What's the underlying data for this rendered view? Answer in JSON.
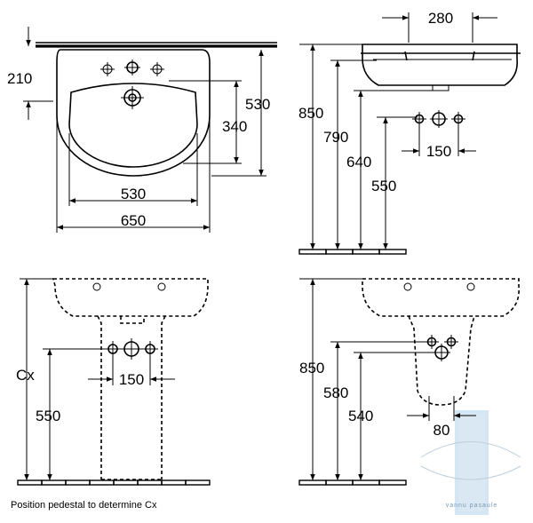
{
  "views": {
    "top": {
      "dim_depth": "210",
      "dim_bowl_depth": "340",
      "dim_total_depth": "530",
      "dim_bowl_width": "530",
      "dim_total_width": "650"
    },
    "side": {
      "dim_width": "280",
      "dim_height_top": "850",
      "dim_height_bowl": "790",
      "dim_height_outlet": "640",
      "dim_height_supply": "550",
      "dim_supply_spacing": "150"
    },
    "front": {
      "dim_cx": "Cx",
      "dim_supply_height": "550",
      "dim_supply_spacing": "150"
    },
    "side_pedestal": {
      "dim_height_top": "850",
      "dim_height_trap": "580",
      "dim_height_supply": "540",
      "dim_outlet_width": "80"
    }
  },
  "caption": "Position pedestal to determine Cx",
  "watermark": "vannu pasaule",
  "colors": {
    "line": "#000000",
    "watermark_bar": "#c9def0"
  }
}
